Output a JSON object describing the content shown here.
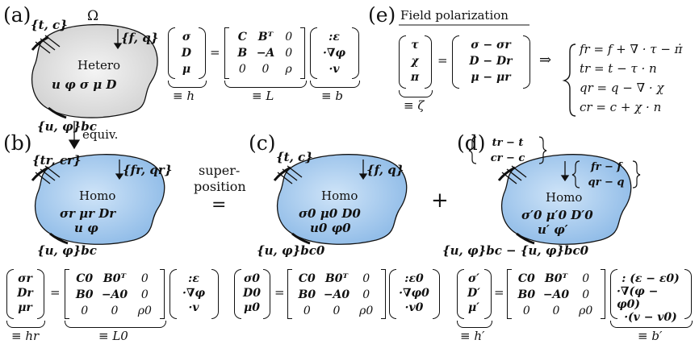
{
  "panels": {
    "a": "(a)",
    "b": "(b)",
    "c": "(c)",
    "d": "(d)",
    "e": "(e)"
  },
  "a": {
    "omega": "Ω",
    "traction": "{t, c}",
    "body_force": "{f, q}",
    "region": "Hetero",
    "fields": "u   φ   σ   μ   D",
    "bc": "{u, φ}bc",
    "lhs": [
      "σ",
      "D",
      "μ"
    ],
    "matrix": [
      [
        "C",
        "Bᵀ",
        "0"
      ],
      [
        "B",
        "−A",
        "0"
      ],
      [
        "0",
        "0",
        "ρ"
      ]
    ],
    "rhs": [
      ":ε",
      "·∇φ",
      "·v"
    ],
    "equiv_h": "≡ h",
    "equiv_L": "≡ L",
    "equiv_b": "≡ b"
  },
  "equiv_arrow": "equiv.",
  "superposition": [
    "super-",
    "position"
  ],
  "equals": "=",
  "plus": "+",
  "b": {
    "traction": "{tr, cr}",
    "body_force": "{fr, qr}",
    "region": "Homo",
    "fields_1": "σr   μr   Dr",
    "fields_2": "u   φ",
    "bc": "{u, φ}bc",
    "lhs": [
      "σr",
      "Dr",
      "μr"
    ],
    "matrix": [
      [
        "C0",
        "B0ᵀ",
        "0"
      ],
      [
        "B0",
        "−A0",
        "0"
      ],
      [
        "0",
        "0",
        "ρ0"
      ]
    ],
    "rhs": [
      ":ε",
      "·∇φ",
      "·v"
    ],
    "equiv_h": "≡ hr",
    "equiv_L": "≡ L0"
  },
  "c": {
    "traction": "{t, c}",
    "body_force": "{f, q}",
    "region": "Homo",
    "fields_1": "σ0   μ0   D0",
    "fields_2": "u0   φ0",
    "bc": "{u, φ}bc0",
    "lhs": [
      "σ0",
      "D0",
      "μ0"
    ],
    "matrix": [
      [
        "C0",
        "B0ᵀ",
        "0"
      ],
      [
        "B0",
        "−A0",
        "0"
      ],
      [
        "0",
        "0",
        "ρ0"
      ]
    ],
    "rhs": [
      ":ε0",
      "·∇φ0",
      "·v0"
    ]
  },
  "d": {
    "traction": [
      "tr − t",
      "cr − c"
    ],
    "body_force": [
      "fr − f",
      "qr − q"
    ],
    "region": "Homo",
    "fields_1": "σ′0   μ′0   D′0",
    "fields_2": "u′   φ′",
    "bc": "{u, φ}bc − {u, φ}bc0",
    "lhs": [
      "σ′",
      "D′",
      "μ′"
    ],
    "matrix": [
      [
        "C0",
        "B0ᵀ",
        "0"
      ],
      [
        "B0",
        "−A0",
        "0"
      ],
      [
        "0",
        "0",
        "ρ0"
      ]
    ],
    "rhs": [
      ": (ε − ε0)",
      "·∇(φ − φ0)",
      "·(v − v0)"
    ],
    "equiv_h": "≡ h′",
    "equiv_b": "≡ b′"
  },
  "e": {
    "title": "Field polarization",
    "lhs": [
      "τ",
      "χ",
      "π"
    ],
    "rhs": [
      "σ − σr",
      "D − Dr",
      "μ − μr"
    ],
    "equiv": "≡ ζ",
    "implies": "⇒",
    "system": [
      "fr = f + ∇ · τ − π̇",
      "tr = t − τ · n",
      "qr = q − ∇ · χ",
      "cr = c + χ · n"
    ]
  },
  "colors": {
    "hetero_fill": "#e6e6e6",
    "homo_fill": "#a9cdf0",
    "homo_stroke": "#1f4f82",
    "ink": "#111111"
  }
}
